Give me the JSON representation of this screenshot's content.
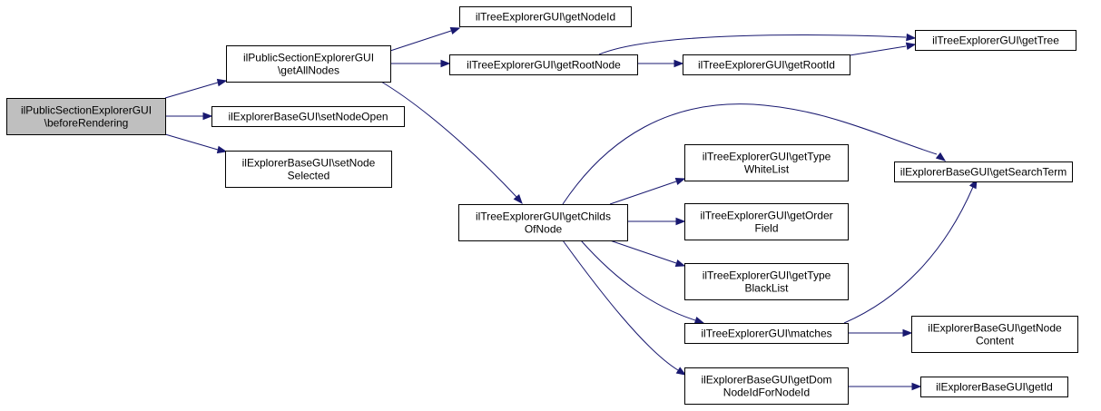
{
  "colors": {
    "edge": "#191970",
    "root_fill": "#bfbfbf",
    "node_fill": "#ffffff",
    "border": "#000000"
  },
  "nodes": [
    {
      "id": "n0",
      "root": true,
      "lines": [
        "ilPublicSectionExplorerGUI",
        "\\beforeRendering"
      ]
    },
    {
      "id": "n1",
      "lines": [
        "ilPublicSectionExplorerGUI",
        "\\getAllNodes"
      ]
    },
    {
      "id": "n2",
      "lines": [
        "ilExplorerBaseGUI\\setNodeOpen"
      ]
    },
    {
      "id": "n3",
      "lines": [
        "ilExplorerBaseGUI\\setNode",
        "Selected"
      ]
    },
    {
      "id": "n4",
      "lines": [
        "ilTreeExplorerGUI\\getNodeId"
      ]
    },
    {
      "id": "n5",
      "lines": [
        "ilTreeExplorerGUI\\getRootNode"
      ]
    },
    {
      "id": "n6",
      "lines": [
        "ilTreeExplorerGUI\\getRootId"
      ]
    },
    {
      "id": "n7",
      "lines": [
        "ilTreeExplorerGUI\\getTree"
      ]
    },
    {
      "id": "n8",
      "lines": [
        "ilTreeExplorerGUI\\getChilds",
        "OfNode"
      ]
    },
    {
      "id": "n9",
      "lines": [
        "ilTreeExplorerGUI\\getType",
        "WhiteList"
      ]
    },
    {
      "id": "n10",
      "lines": [
        "ilTreeExplorerGUI\\getOrder",
        "Field"
      ]
    },
    {
      "id": "n11",
      "lines": [
        "ilTreeExplorerGUI\\getType",
        "BlackList"
      ]
    },
    {
      "id": "n12",
      "lines": [
        "ilTreeExplorerGUI\\matches"
      ]
    },
    {
      "id": "n13",
      "lines": [
        "ilExplorerBaseGUI\\getDom",
        "NodeIdForNodeId"
      ]
    },
    {
      "id": "n14",
      "lines": [
        "ilExplorerBaseGUI\\getSearchTerm"
      ]
    },
    {
      "id": "n15",
      "lines": [
        "ilExplorerBaseGUI\\getNode",
        "Content"
      ]
    },
    {
      "id": "n16",
      "lines": [
        "ilExplorerBaseGUI\\getId"
      ]
    }
  ],
  "edges": [
    {
      "from": "n0",
      "to": "n1"
    },
    {
      "from": "n0",
      "to": "n2"
    },
    {
      "from": "n0",
      "to": "n3"
    },
    {
      "from": "n1",
      "to": "n4"
    },
    {
      "from": "n1",
      "to": "n5"
    },
    {
      "from": "n1",
      "to": "n8"
    },
    {
      "from": "n5",
      "to": "n6"
    },
    {
      "from": "n5",
      "to": "n7"
    },
    {
      "from": "n6",
      "to": "n7"
    },
    {
      "from": "n8",
      "to": "n9"
    },
    {
      "from": "n8",
      "to": "n10"
    },
    {
      "from": "n8",
      "to": "n11"
    },
    {
      "from": "n8",
      "to": "n12"
    },
    {
      "from": "n8",
      "to": "n13"
    },
    {
      "from": "n8",
      "to": "n14"
    },
    {
      "from": "n12",
      "to": "n14"
    },
    {
      "from": "n12",
      "to": "n15"
    },
    {
      "from": "n13",
      "to": "n16"
    }
  ]
}
